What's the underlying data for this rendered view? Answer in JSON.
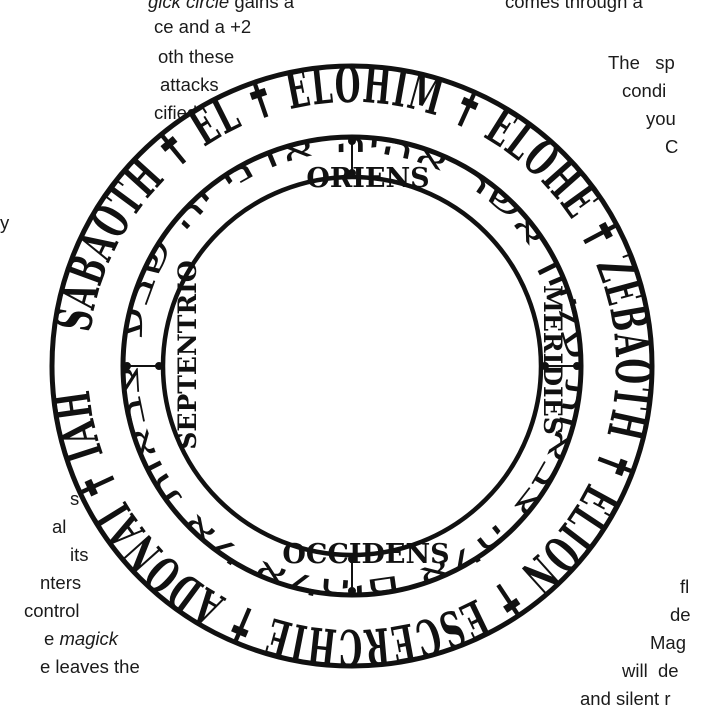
{
  "text_left": [
    {
      "pre": "",
      "em": "gick circle",
      "post": " gains a"
    },
    {
      "pre": "ce and a +2",
      "em": "",
      "post": ""
    },
    {
      "pre": "oth these",
      "em": "",
      "post": ""
    },
    {
      "pre": "attacks",
      "em": "",
      "post": ""
    },
    {
      "pre": "cified",
      "em": "",
      "post": ""
    },
    {
      "pre": "y",
      "em": "",
      "post": ""
    },
    {
      "pre": "s",
      "em": "",
      "post": ""
    },
    {
      "pre": "al",
      "em": "",
      "post": ""
    },
    {
      "pre": "its",
      "em": "",
      "post": ""
    },
    {
      "pre": "nters",
      "em": "",
      "post": ""
    },
    {
      "pre": "control",
      "em": "",
      "post": ""
    },
    {
      "pre": "e ",
      "em": "magick",
      "post": ""
    },
    {
      "pre": "e leaves the",
      "em": "",
      "post": ""
    }
  ],
  "text_right": [
    {
      "pre": "comes through a",
      "em": "",
      "post": ""
    },
    {
      "pre": "The   sp",
      "em": "",
      "post": ""
    },
    {
      "pre": "condi",
      "em": "",
      "post": ""
    },
    {
      "pre": "you",
      "em": "",
      "post": ""
    },
    {
      "pre": "C",
      "em": "",
      "post": ""
    },
    {
      "pre": "fl",
      "em": "",
      "post": ""
    },
    {
      "pre": "de",
      "em": "",
      "post": ""
    },
    {
      "pre": "Mag",
      "em": "",
      "post": ""
    },
    {
      "pre": "will  de",
      "em": "",
      "post": ""
    },
    {
      "pre": "and silent r",
      "em": "",
      "post": ""
    }
  ],
  "seal": {
    "ring_names": "SABAOTH ✝ EL ✝ ELOHIM ✝ ELOHE ✝ ZEBAOTH ✝ ELION ✝ ESCERCHIE ✝ ADONAI ✝ IAH ✝",
    "hebrew_ring": "צבאות אל אלהים אלה צבאות עליון אשר אהיה אדני יה שבע",
    "north": "ORIENS",
    "south": "OCCIDENS",
    "east": "MERIDIES",
    "west": "SEPTENTRIO"
  }
}
